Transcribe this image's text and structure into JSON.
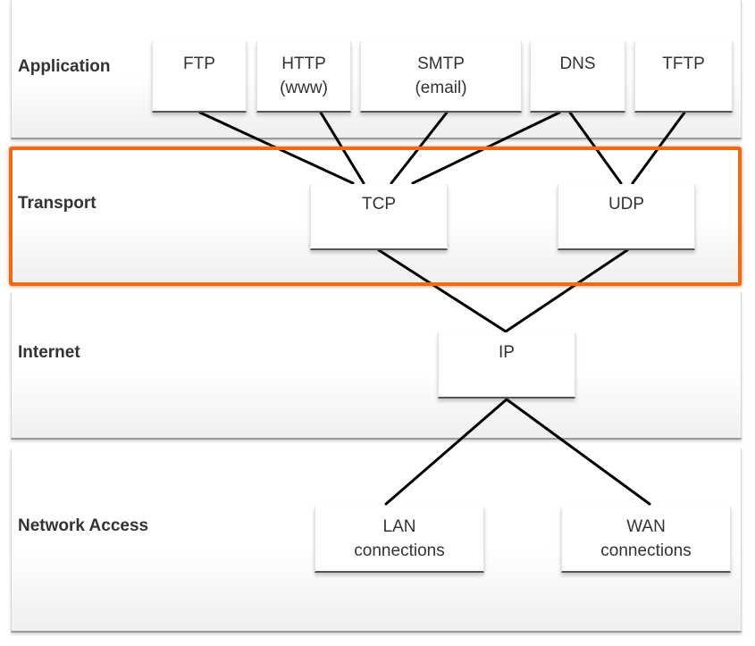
{
  "layers": {
    "application": "Application",
    "transport": "Transport",
    "internet": "Internet",
    "network_access": "Network Access"
  },
  "protocols": {
    "ftp": {
      "line1": "FTP",
      "line2": ""
    },
    "http": {
      "line1": "HTTP",
      "line2": "(www)"
    },
    "smtp": {
      "line1": "SMTP",
      "line2": "(email)"
    },
    "dns": {
      "line1": "DNS",
      "line2": ""
    },
    "tftp": {
      "line1": "TFTP",
      "line2": ""
    },
    "tcp": {
      "line1": "TCP",
      "line2": ""
    },
    "udp": {
      "line1": "UDP",
      "line2": ""
    },
    "ip": {
      "line1": "IP",
      "line2": ""
    },
    "lan": {
      "line1": "LAN",
      "line2": "connections"
    },
    "wan": {
      "line1": "WAN",
      "line2": "connections"
    }
  },
  "connections": [
    [
      "ftp",
      "tcp"
    ],
    [
      "http",
      "tcp"
    ],
    [
      "smtp",
      "tcp"
    ],
    [
      "dns",
      "tcp"
    ],
    [
      "dns",
      "udp"
    ],
    [
      "tftp",
      "udp"
    ],
    [
      "tcp",
      "ip"
    ],
    [
      "udp",
      "ip"
    ],
    [
      "ip",
      "lan"
    ],
    [
      "ip",
      "wan"
    ]
  ],
  "colors": {
    "highlight": "#ef6a12",
    "link": "#000000",
    "text": "#333333"
  }
}
